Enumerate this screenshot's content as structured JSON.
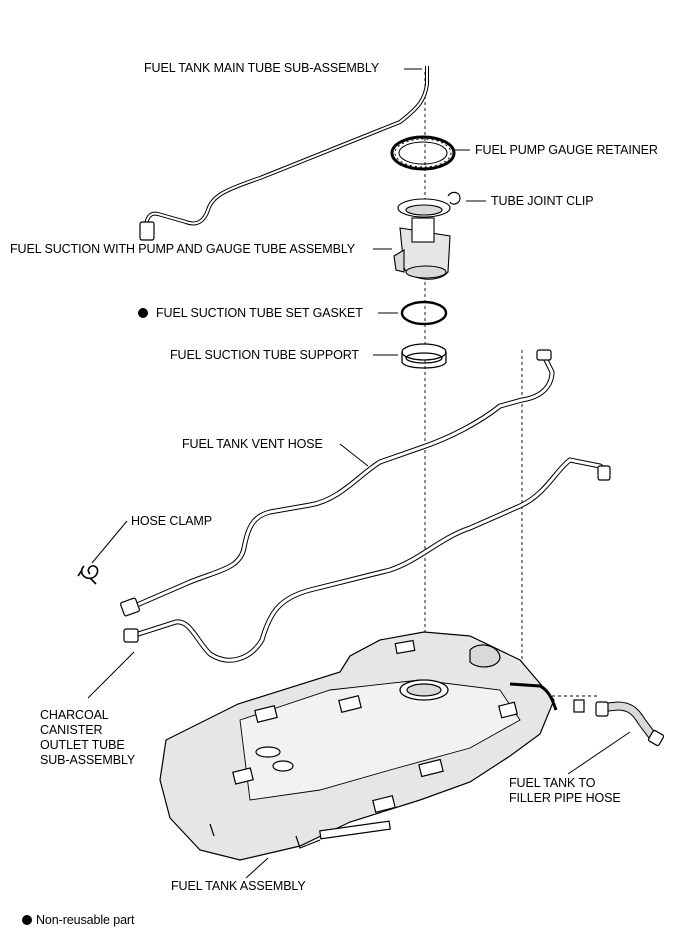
{
  "labels": {
    "main_tube": "FUEL TANK MAIN TUBE SUB-ASSEMBLY",
    "pump_retainer": "FUEL PUMP GAUGE RETAINER",
    "tube_joint_clip": "TUBE JOINT CLIP",
    "suction_pump": "FUEL SUCTION WITH PUMP AND GAUGE TUBE ASSEMBLY",
    "suction_gasket": "FUEL SUCTION TUBE SET GASKET",
    "suction_support": "FUEL SUCTION TUBE SUPPORT",
    "vent_hose": "FUEL TANK VENT HOSE",
    "hose_clamp": "HOSE CLAMP",
    "charcoal_canister": [
      "CHARCOAL",
      "CANISTER",
      "OUTLET TUBE",
      "SUB-ASSEMBLY"
    ],
    "filler_pipe_hose": [
      "FUEL TANK TO",
      "FILLER PIPE HOSE"
    ],
    "tank_assembly": "FUEL TANK ASSEMBLY"
  },
  "legend": {
    "non_reusable": "Non-reusable part"
  },
  "colors": {
    "line": "#000000",
    "background": "#ffffff",
    "tank_fill": "#e6e6e6",
    "part_fill": "#d9d9d9"
  }
}
